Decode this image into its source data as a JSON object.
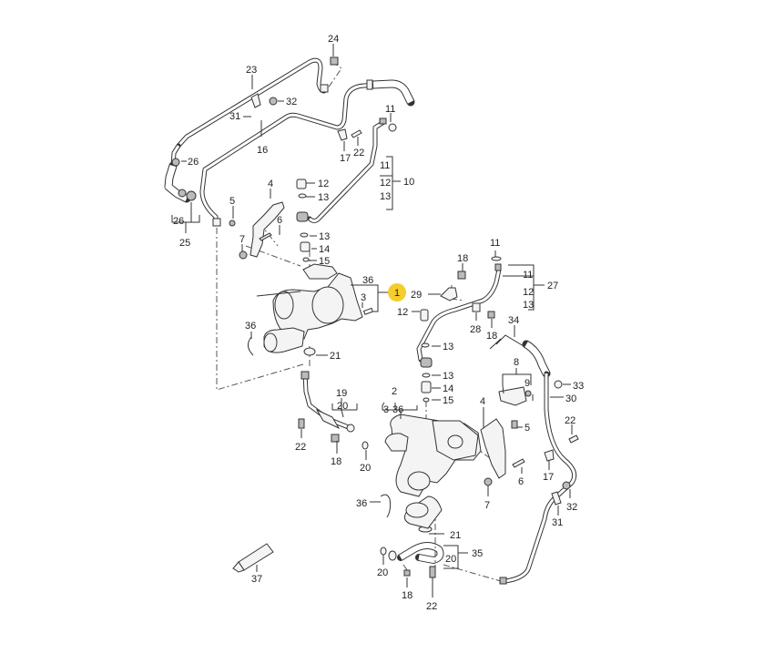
{
  "diagram": {
    "title": "Exhaust turbocharger exploded parts diagram",
    "highlight_color": "#f5cd2c",
    "line_color": "#333333",
    "highlighted_callout": "1",
    "callouts": [
      {
        "id": "c24",
        "label": "24"
      },
      {
        "id": "c23",
        "label": "23"
      },
      {
        "id": "c32a",
        "label": "32"
      },
      {
        "id": "c31a",
        "label": "31"
      },
      {
        "id": "c11a",
        "label": "11"
      },
      {
        "id": "c16",
        "label": "16"
      },
      {
        "id": "c17a",
        "label": "17"
      },
      {
        "id": "c22a",
        "label": "22"
      },
      {
        "id": "c26a",
        "label": "26"
      },
      {
        "id": "c10",
        "label": "10"
      },
      {
        "id": "c10_11",
        "label": "11"
      },
      {
        "id": "c10_12",
        "label": "12"
      },
      {
        "id": "c10_13",
        "label": "13"
      },
      {
        "id": "c4a",
        "label": "4"
      },
      {
        "id": "c12a",
        "label": "12"
      },
      {
        "id": "c13a",
        "label": "13"
      },
      {
        "id": "c5a",
        "label": "5"
      },
      {
        "id": "c6a",
        "label": "6"
      },
      {
        "id": "c25",
        "label": "25"
      },
      {
        "id": "c26b",
        "label": "26"
      },
      {
        "id": "c7a",
        "label": "7"
      },
      {
        "id": "c13b",
        "label": "13"
      },
      {
        "id": "c14a",
        "label": "14"
      },
      {
        "id": "c15a",
        "label": "15"
      },
      {
        "id": "c36a",
        "label": "36"
      },
      {
        "id": "c3a",
        "label": "3"
      },
      {
        "id": "c1",
        "label": "1"
      },
      {
        "id": "c29",
        "label": "29"
      },
      {
        "id": "c18a",
        "label": "18"
      },
      {
        "id": "c11b",
        "label": "11"
      },
      {
        "id": "c27",
        "label": "27"
      },
      {
        "id": "c27_11",
        "label": "11"
      },
      {
        "id": "c27_12",
        "label": "12"
      },
      {
        "id": "c27_13",
        "label": "13"
      },
      {
        "id": "c12b",
        "label": "12"
      },
      {
        "id": "c28",
        "label": "28"
      },
      {
        "id": "c18b",
        "label": "18"
      },
      {
        "id": "c34",
        "label": "34"
      },
      {
        "id": "c36b",
        "label": "36"
      },
      {
        "id": "c21a",
        "label": "21"
      },
      {
        "id": "c13c",
        "label": "13"
      },
      {
        "id": "c13d",
        "label": "13"
      },
      {
        "id": "c14b",
        "label": "14"
      },
      {
        "id": "c15b",
        "label": "15"
      },
      {
        "id": "c8",
        "label": "8"
      },
      {
        "id": "c9",
        "label": "9"
      },
      {
        "id": "c33",
        "label": "33"
      },
      {
        "id": "c30",
        "label": "30"
      },
      {
        "id": "c19",
        "label": "19"
      },
      {
        "id": "c20a",
        "label": "20"
      },
      {
        "id": "c2",
        "label": "2"
      },
      {
        "id": "c2_3",
        "label": "3"
      },
      {
        "id": "c2_36",
        "label": "36"
      },
      {
        "id": "c4b",
        "label": "4"
      },
      {
        "id": "c5b",
        "label": "5"
      },
      {
        "id": "c22b",
        "label": "22"
      },
      {
        "id": "c22c",
        "label": "22"
      },
      {
        "id": "c18c",
        "label": "18"
      },
      {
        "id": "c20b",
        "label": "20"
      },
      {
        "id": "c17b",
        "label": "17"
      },
      {
        "id": "c6b",
        "label": "6"
      },
      {
        "id": "c7b",
        "label": "7"
      },
      {
        "id": "c32b",
        "label": "32"
      },
      {
        "id": "c31b",
        "label": "31"
      },
      {
        "id": "c36c",
        "label": "36"
      },
      {
        "id": "c21b",
        "label": "21"
      },
      {
        "id": "c35",
        "label": "35"
      },
      {
        "id": "c20c",
        "label": "20"
      },
      {
        "id": "c20d",
        "label": "20"
      },
      {
        "id": "c18d",
        "label": "18"
      },
      {
        "id": "c22d",
        "label": "22"
      },
      {
        "id": "c37",
        "label": "37"
      }
    ]
  }
}
